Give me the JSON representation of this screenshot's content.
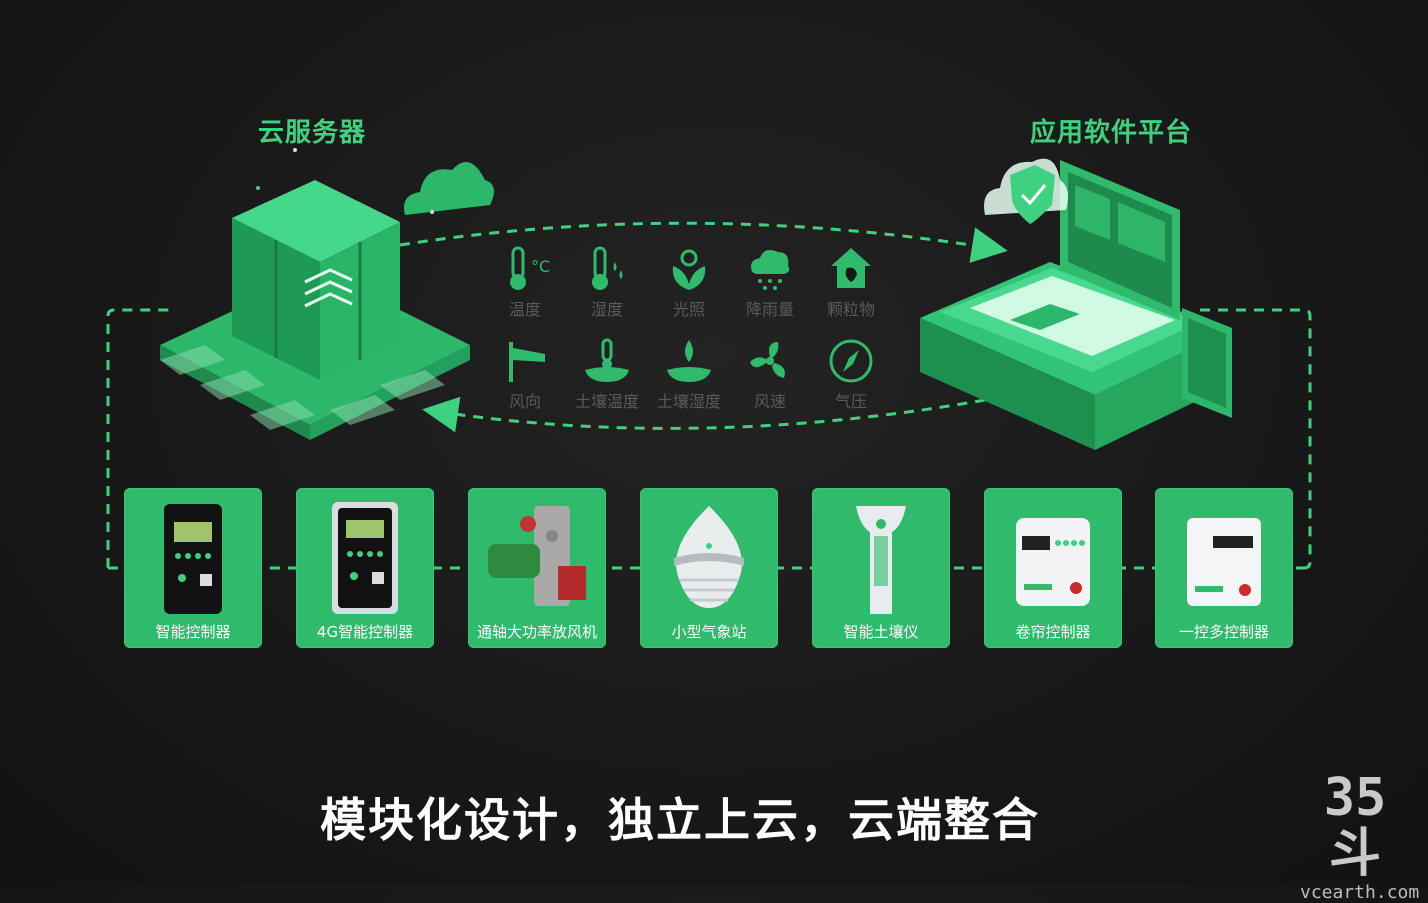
{
  "titles": {
    "cloud_server": "云服务器",
    "app_platform": "应用软件平台"
  },
  "sensors": [
    {
      "label": "温度",
      "icon": "thermometer-celsius-icon"
    },
    {
      "label": "湿度",
      "icon": "thermometer-drops-icon"
    },
    {
      "label": "光照",
      "icon": "sun-leaf-icon"
    },
    {
      "label": "降雨量",
      "icon": "rain-cloud-icon"
    },
    {
      "label": "颗粒物",
      "icon": "house-leaf-icon"
    },
    {
      "label": "风向",
      "icon": "wind-vane-icon"
    },
    {
      "label": "土壤温度",
      "icon": "soil-thermometer-icon"
    },
    {
      "label": "土壤湿度",
      "icon": "soil-drop-icon"
    },
    {
      "label": "风速",
      "icon": "fan-icon"
    },
    {
      "label": "气压",
      "icon": "compass-gauge-icon"
    }
  ],
  "devices": [
    {
      "label": "智能控制器"
    },
    {
      "label": "4G智能控制器"
    },
    {
      "label": "通轴大功率放风机"
    },
    {
      "label": "小型气象站"
    },
    {
      "label": "智能土壤仪"
    },
    {
      "label": "卷帘控制器"
    },
    {
      "label": "一控多控制器"
    }
  ],
  "slogan": "模块化设计，独立上云，云端整合",
  "watermark": {
    "mark": "35斗",
    "site": "vcearth.com"
  },
  "colors": {
    "accent": "#3ed17f",
    "device_bg": "#2fbb6b",
    "background": "#161616",
    "muted_label": "#5a5a5a"
  }
}
